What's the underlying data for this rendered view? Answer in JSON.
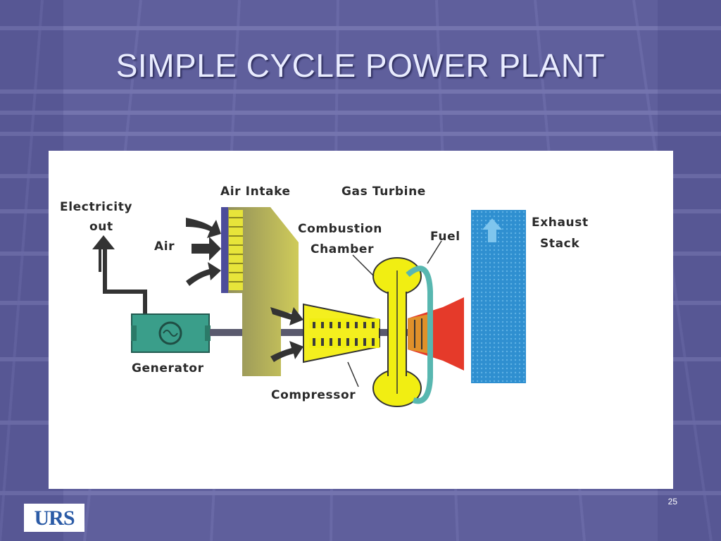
{
  "slide": {
    "title": "SIMPLE CYCLE POWER PLANT",
    "page_number": "25"
  },
  "logo": {
    "text": "URS"
  },
  "diagram": {
    "labels": {
      "electricity_line1": "Electricity",
      "electricity_line2": "out",
      "air_intake": "Air Intake",
      "gas_turbine": "Gas Turbine",
      "air": "Air",
      "combustion_line1": "Combustion",
      "combustion_line2": "Chamber",
      "fuel": "Fuel",
      "exhaust_line1": "Exhaust",
      "exhaust_line2": "Stack",
      "generator": "Generator",
      "compressor": "Compressor"
    },
    "colors": {
      "intake": "#b7b35a",
      "intake_grille": "#e7e43a",
      "intake_edge": "#4c4c9a",
      "compressor_yellow": "#f4ef1e",
      "combustion_yellow": "#f1ee12",
      "hot_gas_red": "#e53a2a",
      "exhaust_blue": "#2f8fd0",
      "generator_green": "#3a9e8a",
      "fuel_pipe": "#58b7b0",
      "shaft": "#5a5a6e"
    }
  }
}
